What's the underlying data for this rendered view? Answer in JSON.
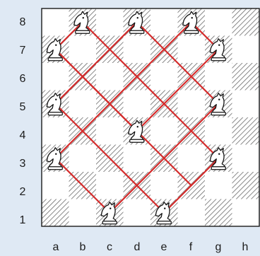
{
  "board": {
    "files": [
      "a",
      "b",
      "c",
      "d",
      "e",
      "f",
      "g",
      "h"
    ],
    "ranks": [
      "8",
      "7",
      "6",
      "5",
      "4",
      "3",
      "2",
      "1"
    ],
    "colors": {
      "background": "#dfe9f4",
      "light_square": "#ffffff",
      "dark_square_hatch": "#6b6b6b",
      "border": "#1a1a1a",
      "path": "#d42a2a"
    }
  },
  "pieces": [
    {
      "name": "knight",
      "color": "white",
      "square": "b8"
    },
    {
      "name": "knight",
      "color": "white",
      "square": "d8"
    },
    {
      "name": "knight",
      "color": "white",
      "square": "f8"
    },
    {
      "name": "knight",
      "color": "white",
      "square": "a7"
    },
    {
      "name": "knight",
      "color": "white",
      "square": "g7"
    },
    {
      "name": "knight",
      "color": "white",
      "square": "a5"
    },
    {
      "name": "knight",
      "color": "white",
      "square": "g5"
    },
    {
      "name": "knight",
      "color": "white",
      "square": "d4"
    },
    {
      "name": "knight",
      "color": "white",
      "square": "a3"
    },
    {
      "name": "knight",
      "color": "white",
      "square": "g3"
    },
    {
      "name": "knight",
      "color": "white",
      "square": "c1"
    },
    {
      "name": "knight",
      "color": "white",
      "square": "e1"
    }
  ],
  "path_lines": [
    [
      "c1",
      "g5"
    ],
    [
      "g5",
      "d8"
    ],
    [
      "d8",
      "a5"
    ],
    [
      "a5",
      "e1"
    ],
    [
      "e1",
      "g3"
    ],
    [
      "g3",
      "b8"
    ],
    [
      "b8",
      "a7"
    ],
    [
      "a7",
      "f2"
    ],
    [
      "f8",
      "a3"
    ],
    [
      "a3",
      "c1"
    ],
    [
      "f8",
      "g7"
    ],
    [
      "g7",
      "d4"
    ],
    [
      "d4",
      "a7"
    ]
  ]
}
